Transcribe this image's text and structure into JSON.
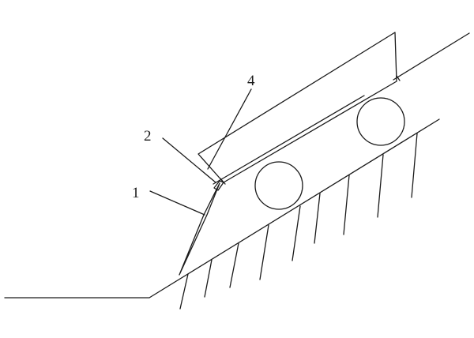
{
  "labels": {
    "part1": "1",
    "part2": "2",
    "part4": "4"
  },
  "colors": {
    "line": "#1a1a1a",
    "background": "#ffffff"
  }
}
